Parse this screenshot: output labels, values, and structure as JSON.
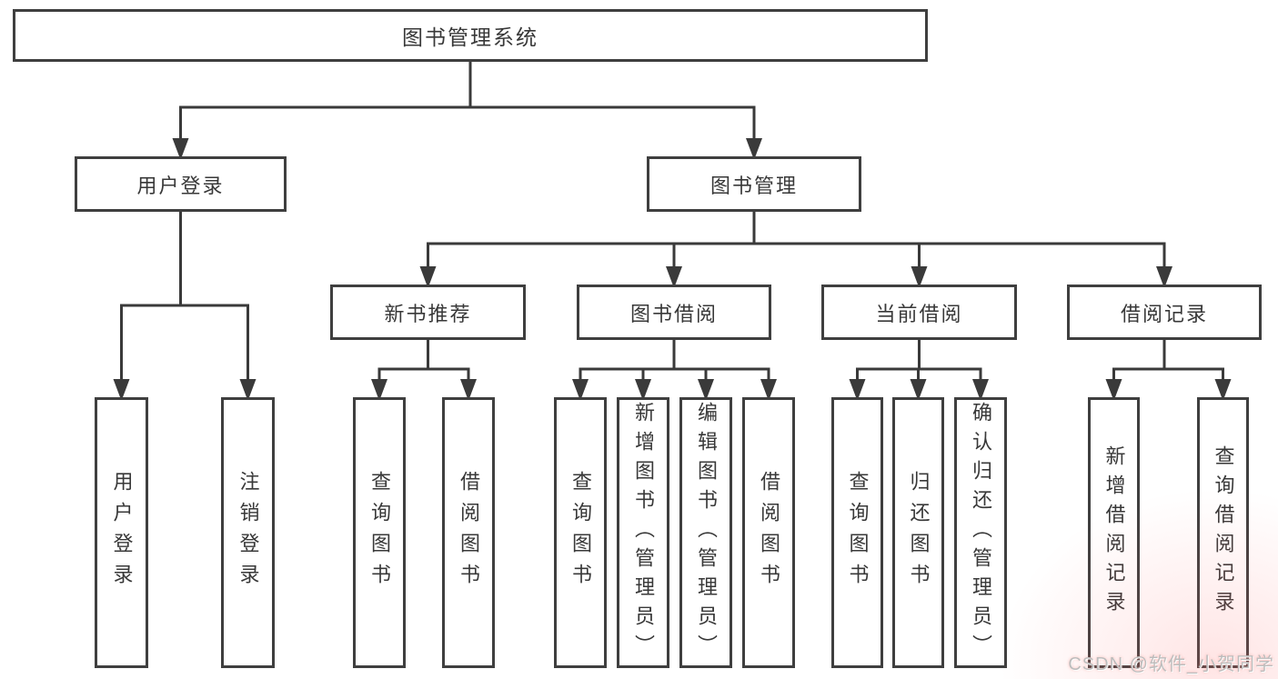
{
  "diagram": {
    "root": {
      "label": "图书管理系统",
      "children": [
        {
          "label": "用户登录",
          "children": [
            {
              "label": "用户登录"
            },
            {
              "label": "注销登录"
            }
          ]
        },
        {
          "label": "图书管理",
          "children": [
            {
              "label": "新书推荐",
              "children": [
                {
                  "label": "查询图书"
                },
                {
                  "label": "借阅图书"
                }
              ]
            },
            {
              "label": "图书借阅",
              "children": [
                {
                  "label": "查询图书"
                },
                {
                  "label": "新增图书（管理员）"
                },
                {
                  "label": "编辑图书（管理员）"
                },
                {
                  "label": "借阅图书"
                }
              ]
            },
            {
              "label": "当前借阅",
              "children": [
                {
                  "label": "查询图书"
                },
                {
                  "label": "归还图书"
                },
                {
                  "label": "确认归还（管理员）"
                }
              ]
            },
            {
              "label": "借阅记录",
              "children": [
                {
                  "label": "新增借阅记录"
                },
                {
                  "label": "查询借阅记录"
                }
              ]
            }
          ]
        }
      ]
    },
    "line_color": "#3a3a3a",
    "box_border_color": "#3f3f3f",
    "text_color": "#383838"
  },
  "watermark": {
    "text": "CSDN @软件_小贺同学"
  }
}
